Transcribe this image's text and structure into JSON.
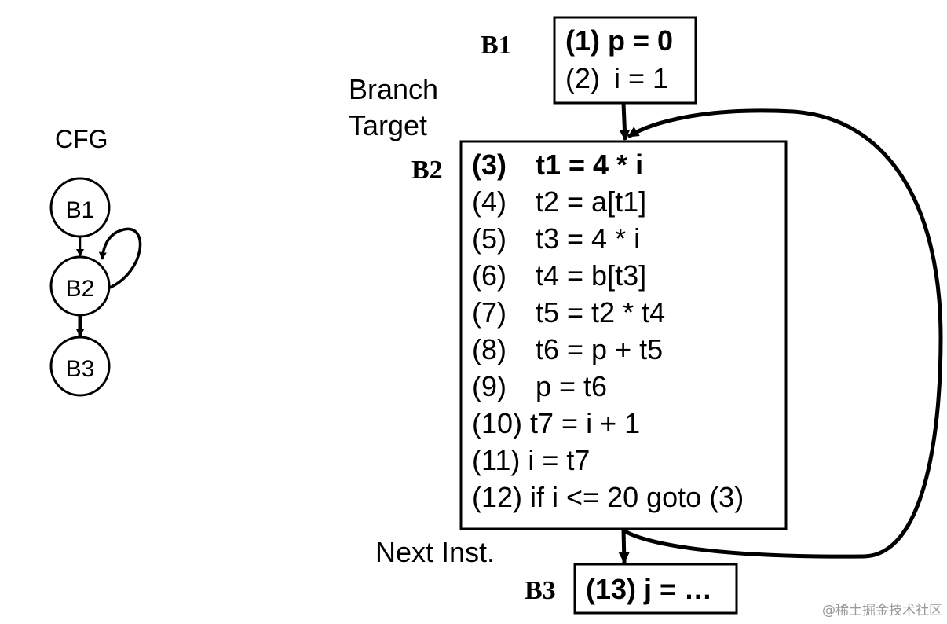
{
  "cfg": {
    "title": "CFG",
    "nodes": [
      "B1",
      "B2",
      "B3"
    ]
  },
  "labels": {
    "b1": "B1",
    "b2": "B2",
    "b3": "B3",
    "branch_line1": "Branch",
    "branch_line2": "Target",
    "next_inst": "Next Inst."
  },
  "blocks": {
    "b1": [
      {
        "num": "(1)",
        "code": "p = 0"
      },
      {
        "num": "(2)",
        "code": "i = 1"
      }
    ],
    "b2": [
      {
        "num": "(3)",
        "code": "t1 = 4 * i"
      },
      {
        "num": "(4)",
        "code": "t2 = a[t1]"
      },
      {
        "num": "(5)",
        "code": "t3 = 4 * i"
      },
      {
        "num": "(6)",
        "code": "t4 = b[t3]"
      },
      {
        "num": "(7)",
        "code": "t5 = t2 * t4"
      },
      {
        "num": "(8)",
        "code": "t6 = p + t5"
      },
      {
        "num": "(9)",
        "code": "p = t6"
      },
      {
        "num": "(10)",
        "code": "t7 = i + 1"
      },
      {
        "num": "(11)",
        "code": "i = t7"
      },
      {
        "num": "(12)",
        "code": "if i <= 20 goto (3)"
      }
    ],
    "b3": [
      {
        "num": "(13)",
        "code": "j = …"
      }
    ]
  },
  "watermark": "@稀土掘金技术社区"
}
